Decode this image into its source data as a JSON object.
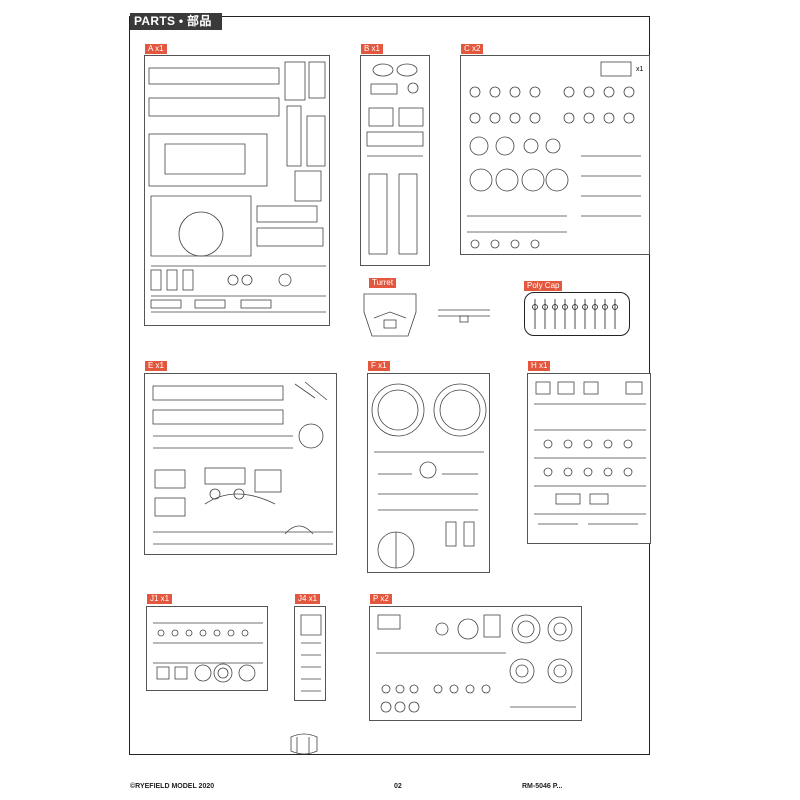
{
  "header": {
    "title": "PARTS • 部品图"
  },
  "sprues": [
    {
      "id": "A",
      "label": "A x1"
    },
    {
      "id": "B",
      "label": "B x1"
    },
    {
      "id": "C",
      "label": "C x2",
      "note": "x1"
    },
    {
      "id": "Turret",
      "label": "Turret"
    },
    {
      "id": "PolyCap",
      "label": "Poly Cap"
    },
    {
      "id": "E",
      "label": "E x1"
    },
    {
      "id": "F",
      "label": "F x1"
    },
    {
      "id": "H",
      "label": "H x1"
    },
    {
      "id": "J1",
      "label": "J1 x1"
    },
    {
      "id": "J4",
      "label": "J4 x1"
    },
    {
      "id": "P",
      "label": "P x2"
    }
  ],
  "footer": {
    "copyright": "©RYEFIELD MODEL 2020",
    "page": "02",
    "code": "RM-5046  P..."
  }
}
